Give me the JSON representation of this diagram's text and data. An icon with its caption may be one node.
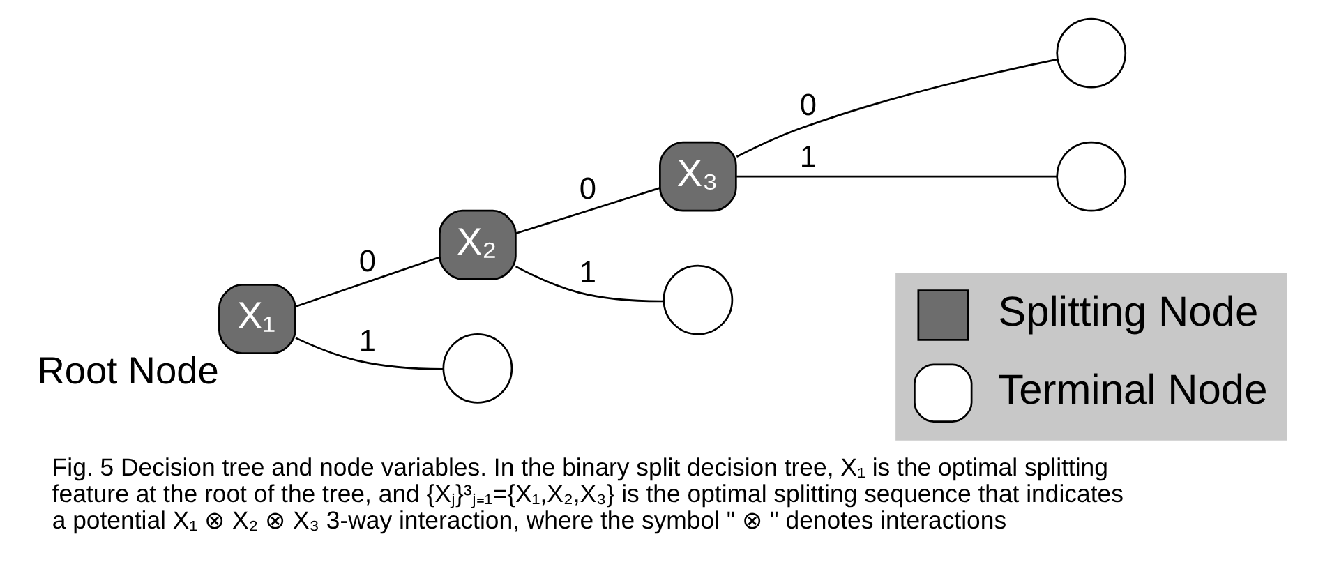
{
  "diagram": {
    "caption": "Fig. 5 Decision tree and node variables. In the binary split decision tree, X₁ is the optimal splitting feature at the root of the tree, and {Xⱼ}³ⱼ₌₁={X₁,X₂,X₃} is the optimal splitting sequence that indicates a potential X₁ ⊗ X₂ ⊗ X₃ 3-way interaction, where the symbol \" ⊗ \" denotes interactions",
    "nodes": [
      {
        "text": [
          "X₁"
        ],
        "beside": [
          "Root Node"
        ]
      },
      {
        "text": [
          "X₂"
        ]
      },
      {
        "text": [
          "X₃"
        ]
      },
      {
        "text": [],
        "shape": "circle"
      },
      {
        "text": [],
        "shape": "circle"
      },
      {
        "text": [],
        "shape": "circle"
      },
      {
        "text": [],
        "shape": "circle"
      }
    ],
    "edges": [
      {
        "from": 0,
        "to": 1,
        "arrow": "none",
        "label": "0"
      },
      {
        "from": 0,
        "to": 6,
        "arrow": "none",
        "label": "1"
      },
      {
        "from": 1,
        "to": 2,
        "arrow": "none",
        "label": "0"
      },
      {
        "from": 1,
        "to": 5,
        "arrow": "none",
        "label": "1"
      },
      {
        "from": 2,
        "to": 3,
        "arrow": "none",
        "label": "0"
      },
      {
        "from": 2,
        "to": 4,
        "arrow": "none",
        "label": "1"
      }
    ],
    "legend": [
      {
        "text": "Splitting Node",
        "color": "#6d6d6d"
      },
      {
        "text": "Terminal Node"
      }
    ]
  }
}
